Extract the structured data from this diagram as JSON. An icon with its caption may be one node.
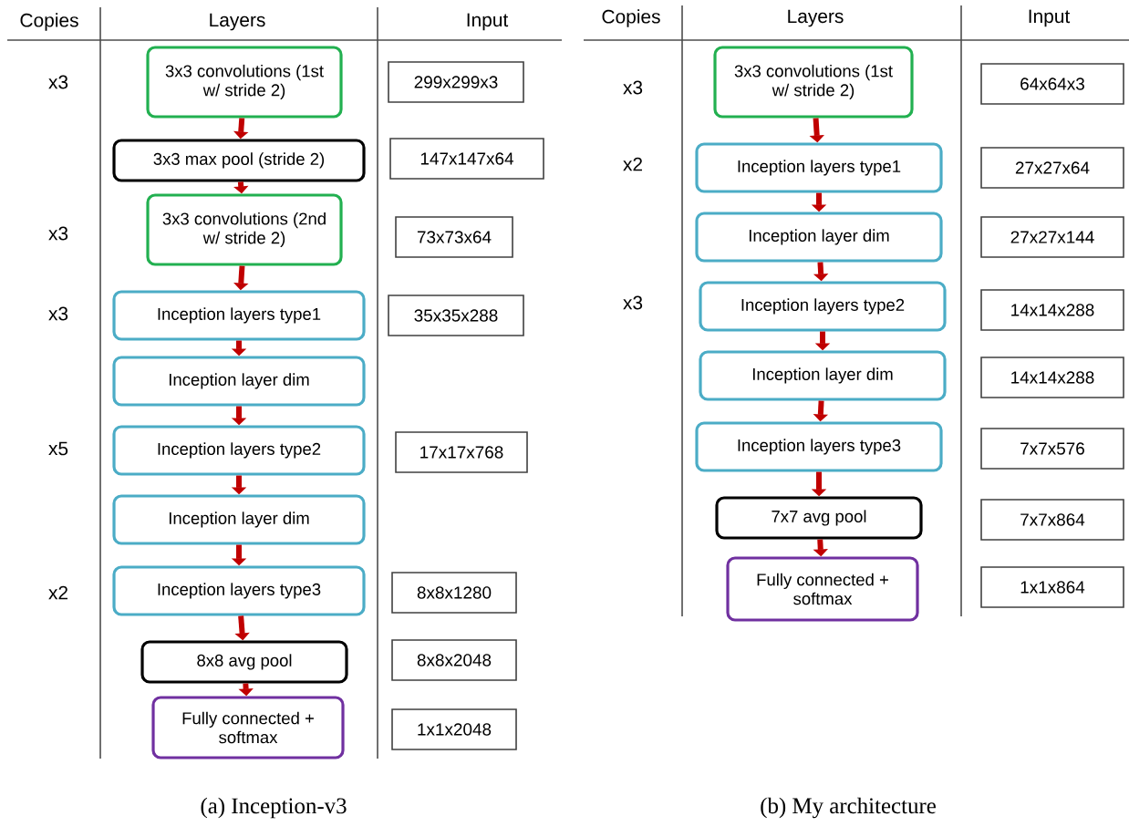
{
  "diagram": {
    "nodes": [
      {
        "text": [
          "3x3 convolutions (1st w/ stride 2)"
        ]
      },
      {
        "text": [
          "3x3 max pool (stride 2)"
        ]
      },
      {
        "text": [
          "3x3 convolutions (2nd w/ stride 2)"
        ]
      },
      {
        "text": [
          "Inception layers type1"
        ]
      },
      {
        "text": [
          "Inception layer dim"
        ]
      },
      {
        "text": [
          "Inception layers type2"
        ]
      },
      {
        "text": [
          "Inception layer dim"
        ]
      },
      {
        "text": [
          "Inception layers type3"
        ]
      },
      {
        "text": [
          "8x8 avg pool"
        ]
      },
      {
        "text": [
          "Fully connected + softmax"
        ]
      },
      {
        "text": [
          "299x299x3"
        ]
      },
      {
        "text": [
          "147x147x64"
        ]
      },
      {
        "text": [
          "73x73x64"
        ]
      },
      {
        "text": [
          "35x35x288"
        ]
      },
      {
        "text": [
          "17x17x768"
        ]
      },
      {
        "text": [
          "8x8x1280"
        ]
      },
      {
        "text": [
          "8x8x2048"
        ]
      },
      {
        "text": [
          "1x1x2048"
        ]
      },
      {
        "text": [
          "3x3 convolutions (1st w/ stride 2)"
        ]
      },
      {
        "text": [
          "Inception layers type1"
        ]
      },
      {
        "text": [
          "Inception layer dim"
        ]
      },
      {
        "text": [
          "Inception layers type2"
        ]
      },
      {
        "text": [
          "Inception layer dim"
        ]
      },
      {
        "text": [
          "Inception layers type3"
        ]
      },
      {
        "text": [
          "7x7 avg pool"
        ]
      },
      {
        "text": [
          "Fully connected + softmax"
        ]
      },
      {
        "text": [
          "64x64x3"
        ]
      },
      {
        "text": [
          "27x27x64"
        ]
      },
      {
        "text": [
          "27x27x144"
        ]
      },
      {
        "text": [
          "14x14x288"
        ]
      },
      {
        "text": [
          "14x14x288"
        ]
      },
      {
        "text": [
          "7x7x576"
        ]
      },
      {
        "text": [
          "7x7x864"
        ]
      },
      {
        "text": [
          "1x1x864"
        ]
      }
    ],
    "edges": [
      {
        "from": 0,
        "to": 1,
        "arrow": "to"
      },
      {
        "from": 1,
        "to": 2,
        "arrow": "to"
      },
      {
        "from": 2,
        "to": 3,
        "arrow": "to"
      },
      {
        "from": 3,
        "to": 4,
        "arrow": "to"
      },
      {
        "from": 4,
        "to": 5,
        "arrow": "to"
      },
      {
        "from": 5,
        "to": 6,
        "arrow": "to"
      },
      {
        "from": 6,
        "to": 7,
        "arrow": "to"
      },
      {
        "from": 7,
        "to": 8,
        "arrow": "to"
      },
      {
        "from": 8,
        "to": 9,
        "arrow": "to"
      },
      {
        "from": 18,
        "to": 19,
        "arrow": "to"
      },
      {
        "from": 19,
        "to": 20,
        "arrow": "to"
      },
      {
        "from": 20,
        "to": 21,
        "arrow": "to"
      },
      {
        "from": 21,
        "to": 22,
        "arrow": "to"
      },
      {
        "from": 22,
        "to": 23,
        "arrow": "to"
      },
      {
        "from": 23,
        "to": 24,
        "arrow": "to"
      },
      {
        "from": 24,
        "to": 25,
        "arrow": "to"
      }
    ],
    "labels": [
      "Copies",
      "Layers",
      "Input",
      "Copies",
      "Layers",
      "Input",
      "x3",
      "x3",
      "x3",
      "x5",
      "x2",
      "x3",
      "x2",
      "x3",
      "(a)  Inception-v3",
      "(b)  My architecture"
    ]
  }
}
